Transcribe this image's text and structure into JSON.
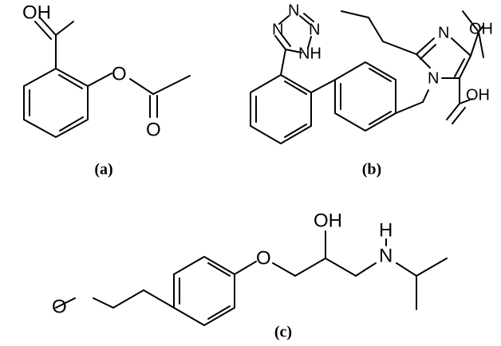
{
  "panels": [
    {
      "caption": "(a)",
      "atoms": {
        "oh": "OH",
        "o_ether": "O",
        "o_carbonyl": "O"
      }
    },
    {
      "caption": "(b)",
      "atoms": {
        "tet_n_left": "N",
        "tet_n_top1": "N",
        "tet_n_top2": "N",
        "tet_nh": "NH",
        "im_n_top": "N",
        "im_n_bottom": "N",
        "oh_top": "OH",
        "oh_bottom": "OH"
      }
    },
    {
      "caption": "(c)",
      "atoms": {
        "o_ether_left": "O",
        "o_ether_right": "O",
        "oh": "OH",
        "nh_h": "H",
        "nh_n": "N"
      }
    }
  ],
  "colors": {
    "ink": "#000000",
    "background": "#ffffff"
  }
}
